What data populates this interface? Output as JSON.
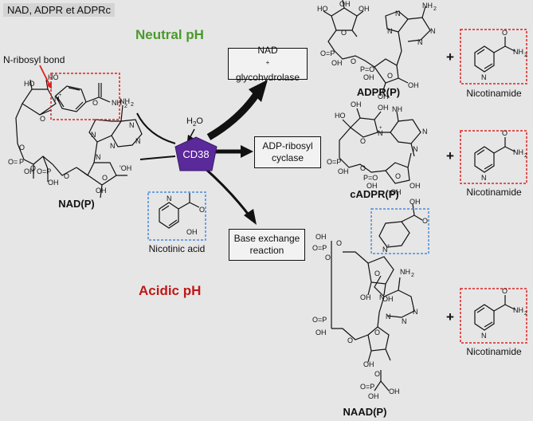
{
  "header": {
    "title": "NAD, ADPR et ADPRc"
  },
  "conditions": {
    "neutral": {
      "label": "Neutral pH",
      "color": "#4a9a2c"
    },
    "acidic": {
      "label": "Acidic pH",
      "color": "#c01818"
    }
  },
  "enzyme": {
    "name": "CD38",
    "color": "#5a2a9a"
  },
  "water": "H2O",
  "annotation": {
    "bond_label": "N-ribosyl bond"
  },
  "reactions": {
    "glycohydrolase": {
      "line1": "NAD",
      "sup": "+",
      "line2": "glycohydrolase"
    },
    "cyclase": {
      "line1": "ADP-ribosyl",
      "line2": "cyclase"
    },
    "base_exchange": {
      "line1": "Base exchange",
      "line2": "reaction"
    }
  },
  "compounds": {
    "substrate": "NAD(P)",
    "product_1": "ADPR(P)",
    "product_2": "cADPR(P)",
    "product_3": "NAAD(P)",
    "nicotinic_acid": "Nicotinic acid",
    "nicotinamide": "Nicotinamide"
  },
  "plus_sign": "+",
  "highlight_colors": {
    "red_box": "#d22",
    "blue_box": "#4a8ad8"
  }
}
